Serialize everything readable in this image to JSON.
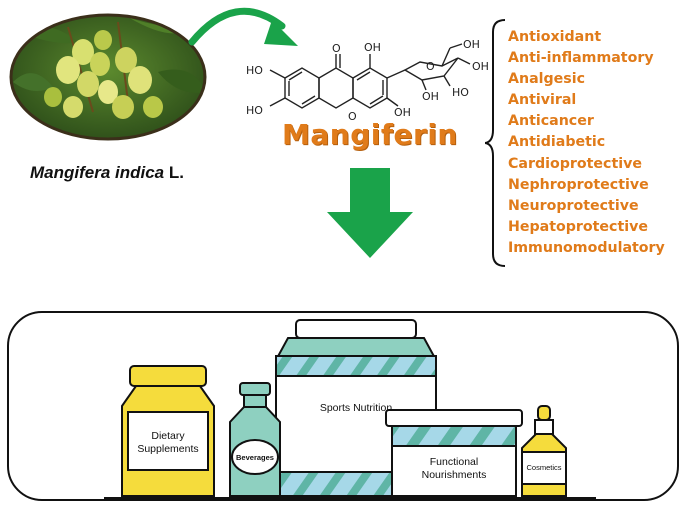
{
  "source": {
    "species": "Mangifera indica",
    "author": "L."
  },
  "compound": {
    "name": "Mangiferin",
    "structure_labels": [
      "O",
      "OH",
      "HO",
      "HO",
      "OH",
      "OH",
      "OH",
      "HO",
      "OH",
      "O",
      "O"
    ]
  },
  "activities": [
    "Antioxidant",
    "Anti-inflammatory",
    "Analgesic",
    "Antiviral",
    "Anticancer",
    "Antidiabetic",
    "Cardioprotective",
    "Nephroprotective",
    "Neuroprotective",
    "Hepatoprotective",
    "Immunomodulatory"
  ],
  "products": {
    "dietary_supplements": [
      "Dietary",
      "Supplements"
    ],
    "beverages": "Beverages",
    "sports_nutrition": "Sports Nutrition",
    "functional_nourishments": [
      "Functional",
      "Nourishments"
    ],
    "cosmetics": "Cosmetics"
  },
  "colors": {
    "accent_orange": "#e07b1a",
    "arrow_green": "#1aa34a",
    "jar_yellow": "#f5dc3c",
    "jar_teal": "#8ed0c0",
    "jar_blue": "#a6d8e8",
    "stripe_teal": "#5fb5a6"
  },
  "icons": [
    "mango-tree-photo",
    "curved-arrow-icon",
    "down-arrow-icon",
    "curly-brace-icon"
  ]
}
